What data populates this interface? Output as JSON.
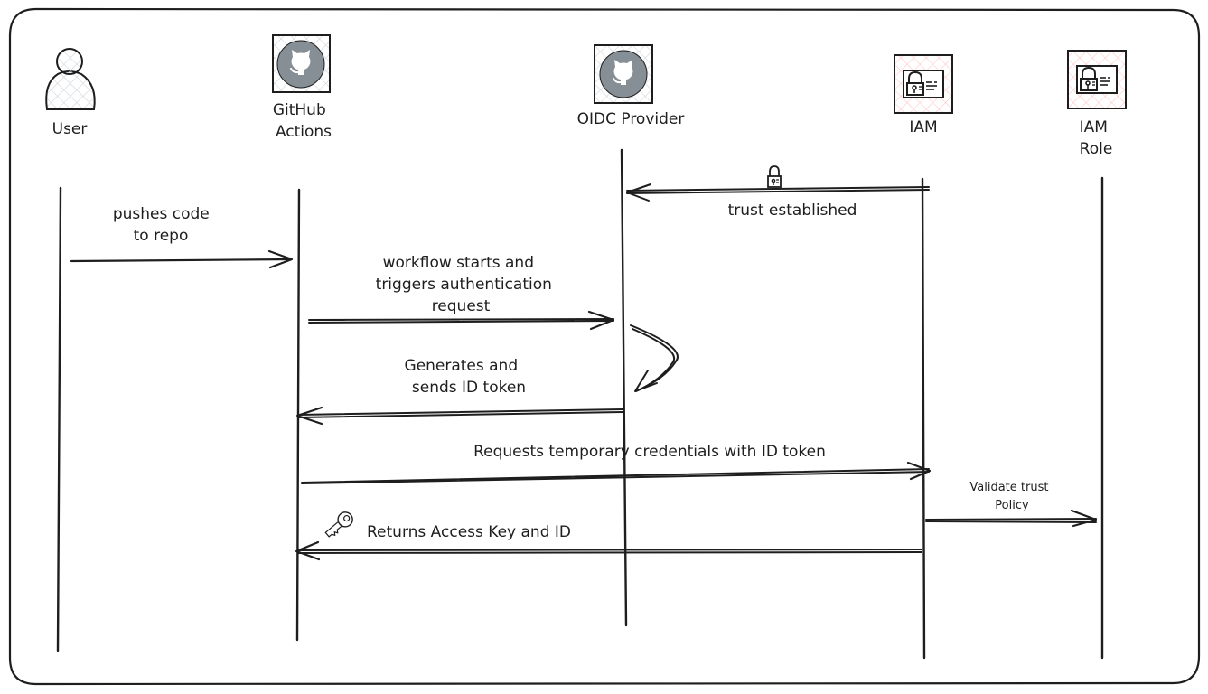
{
  "diagram": {
    "type": "sequence",
    "colors": {
      "ink": "#1e1e1e",
      "github_fill": "#868e96",
      "github_hatch": "#ced4da",
      "iam_hatch": "#ffc9c9",
      "background": "#ffffff"
    },
    "participants": [
      {
        "id": "user",
        "label_lines": [
          "User"
        ],
        "icon": "person-icon"
      },
      {
        "id": "gha",
        "label_lines": [
          "GitHub",
          "Actions"
        ],
        "icon": "github-icon"
      },
      {
        "id": "oidc",
        "label_lines": [
          "OIDC Provider"
        ],
        "icon": "github-icon"
      },
      {
        "id": "iam",
        "label_lines": [
          "IAM"
        ],
        "icon": "id-card-lock-icon"
      },
      {
        "id": "iamrole",
        "label_lines": [
          "IAM",
          "Role"
        ],
        "icon": "id-card-lock-icon"
      }
    ],
    "messages": [
      {
        "id": "trust",
        "from": "iam",
        "to": "oidc",
        "label_lines": [
          "trust established"
        ],
        "icon": "lock-icon"
      },
      {
        "id": "push",
        "from": "user",
        "to": "gha",
        "label_lines": [
          "pushes code",
          "to repo"
        ]
      },
      {
        "id": "auth",
        "from": "gha",
        "to": "oidc",
        "label_lines": [
          "workflow starts and",
          "triggers authentication",
          "request"
        ]
      },
      {
        "id": "self",
        "from": "oidc",
        "to": "oidc",
        "label_lines": []
      },
      {
        "id": "token",
        "from": "oidc",
        "to": "gha",
        "label_lines": [
          "Generates and",
          "sends ID token"
        ]
      },
      {
        "id": "creds",
        "from": "gha",
        "to": "iam",
        "label_lines": [
          "Requests temporary credentials with ID token"
        ]
      },
      {
        "id": "validate",
        "from": "iam",
        "to": "iamrole",
        "label_lines": [
          "Validate trust",
          "Policy"
        ]
      },
      {
        "id": "returns",
        "from": "iam",
        "to": "gha",
        "label_lines": [
          "Returns Access Key and ID"
        ],
        "icon": "key-icon"
      }
    ]
  }
}
